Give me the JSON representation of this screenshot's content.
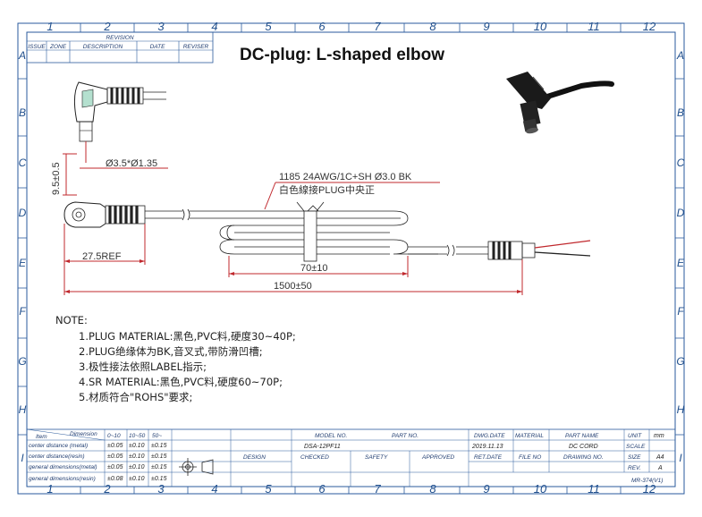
{
  "title": "DC-plug: L-shaped elbow",
  "zones": {
    "numbers": [
      "1",
      "2",
      "3",
      "4",
      "5",
      "6",
      "7",
      "8",
      "9",
      "10",
      "11",
      "12"
    ],
    "letters": [
      "A",
      "B",
      "C",
      "D",
      "E",
      "F",
      "G",
      "H",
      "I"
    ]
  },
  "revision": {
    "header": "REVISION",
    "columns": [
      "ISSUE",
      "ZONE",
      "DESCRIPTION",
      "DATE",
      "REVISER"
    ]
  },
  "dimensions": {
    "plug_size": "Ø3.5*Ø1.35",
    "plug_height": "9.5±0.5",
    "cable_spec": "1185 24AWG/1C+SH Ø3.0 BK",
    "cable_note": "白色線接PLUG中央正",
    "ref_length": "27.5REF",
    "coil_length": "70±10",
    "total_length": "1500±50"
  },
  "notes": {
    "heading": "NOTE:",
    "items": [
      "1.PLUG MATERIAL:黑色,PVC料,硬度30~40P;",
      "2.PLUG绝缘体为BK,音叉式,带防滑凹槽;",
      "3.极性接法依照LABEL指示;",
      "4.SR MATERIAL:黑色,PVC料,硬度60~70P;",
      "5.材质符合\"ROHS\"要求;"
    ]
  },
  "tolerance_table": {
    "header": [
      "Item",
      "Dimension",
      "0~10",
      "10~50",
      "50~"
    ],
    "rows": [
      [
        "center distance (metal)",
        "±0.05",
        "±0.10",
        "±0.15"
      ],
      [
        "center distance(resin)",
        "±0.05",
        "±0.10",
        "±0.15"
      ],
      [
        "general dimensions(metal)",
        "±0.05",
        "±0.10",
        "±0.15"
      ],
      [
        "general dimensions(resin)",
        "±0.08",
        "±0.10",
        "±0.15"
      ]
    ]
  },
  "title_block": {
    "model_label": "MODEL NO.",
    "model_value": "DSA-12PF11",
    "part_no_label": "PART NO.",
    "dwg_date_label": "DWG.DATE",
    "dwg_date_value": "2019.11.13",
    "material_label": "MATERIAL",
    "part_name_label": "PART NAME",
    "part_name_value": "DC CORD",
    "unit_label": "UNIT",
    "unit_value": "mm",
    "scale_label": "SCALE",
    "design_label": "DESIGN",
    "checked_label": "CHECKED",
    "safety_label": "SAFETY",
    "approved_label": "APPROVED",
    "ret_date_label": "RET.DATE",
    "file_no_label": "FILE NO",
    "drawing_no_label": "DRAWING NO.",
    "size_label": "SIZE",
    "size_value": "A4",
    "rev_label": "REV.",
    "rev_value": "A",
    "form_code": "MR-374(V1)"
  }
}
